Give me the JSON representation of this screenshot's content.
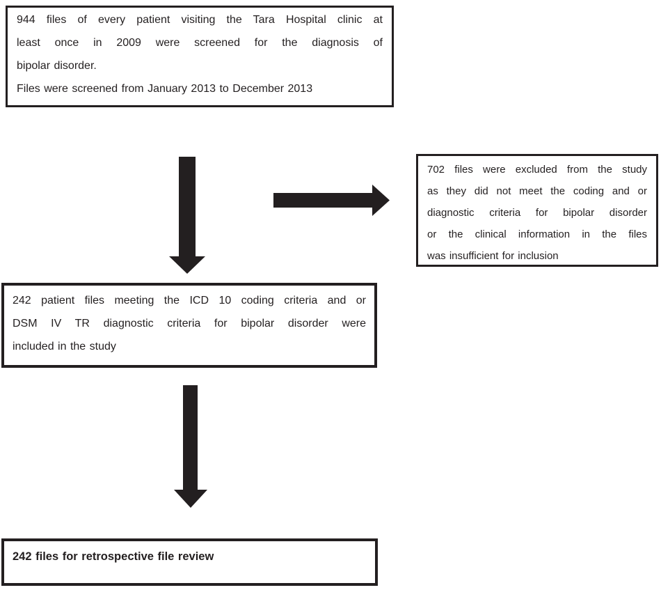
{
  "colors": {
    "ink": "#231f20",
    "paper": "#ffffff"
  },
  "flowchart": {
    "box_screened": {
      "lines": [
        "944 files of every patient visiting the Tara Hospital clinic at",
        "least once in 2009 were screened for the diagnosis of",
        "bipolar disorder.",
        "Files were screened from January 2013 to December 2013"
      ]
    },
    "box_excluded": {
      "lines": [
        "702 files were excluded from the study",
        "as they did not meet the coding and or",
        "diagnostic criteria for bipolar disorder",
        "or the clinical information in the files",
        "was insufficient for inclusion"
      ]
    },
    "box_included": {
      "lines": [
        "242 patient files meeting the ICD 10 coding criteria and or",
        "DSM IV TR diagnostic criteria for bipolar disorder were",
        "included in the study"
      ]
    },
    "box_review": {
      "lines": [
        "242 files for retrospective file review"
      ]
    }
  }
}
